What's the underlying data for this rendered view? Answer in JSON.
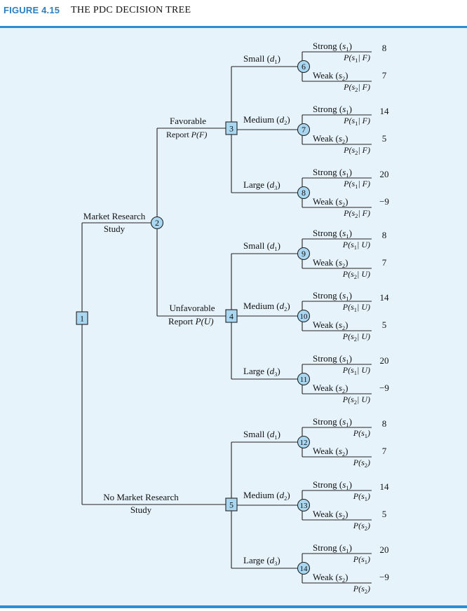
{
  "figure": {
    "label": "FIGURE 4.15",
    "title": "THE PDC DECISION TREE"
  },
  "colors": {
    "accent": "#2a8fd6",
    "panel": "#e6f3fb",
    "node_fill": "#a9d6f1",
    "line": "#222222"
  },
  "tree": {
    "root": {
      "number": "1"
    },
    "first_branches": [
      {
        "label": "Market Research",
        "label2": "Study",
        "chance_node": "2",
        "outcomes": [
          {
            "label": "Favorable",
            "label2": "Report",
            "prob": "P(F)",
            "decision_node": "3",
            "cond": "F"
          },
          {
            "label": "Unfavorable",
            "label2": "Report",
            "prob": "P(U)",
            "decision_node": "4",
            "cond": "U"
          }
        ]
      },
      {
        "label": "No Market Research",
        "label2": "Study",
        "decision_node": "5",
        "cond": ""
      }
    ],
    "decisions": [
      {
        "name": "Small",
        "sym": "d",
        "sub": "1"
      },
      {
        "name": "Medium",
        "sym": "d",
        "sub": "2"
      },
      {
        "name": "Large",
        "sym": "d",
        "sub": "3"
      }
    ],
    "states": [
      {
        "name": "Strong",
        "sym": "s",
        "sub": "1"
      },
      {
        "name": "Weak",
        "sym": "s",
        "sub": "2"
      }
    ],
    "chance_nodes": [
      "6",
      "7",
      "8",
      "9",
      "10",
      "11",
      "12",
      "13",
      "14"
    ],
    "payoffs": [
      [
        "8",
        "7"
      ],
      [
        "14",
        "5"
      ],
      [
        "20",
        "−9"
      ]
    ]
  }
}
